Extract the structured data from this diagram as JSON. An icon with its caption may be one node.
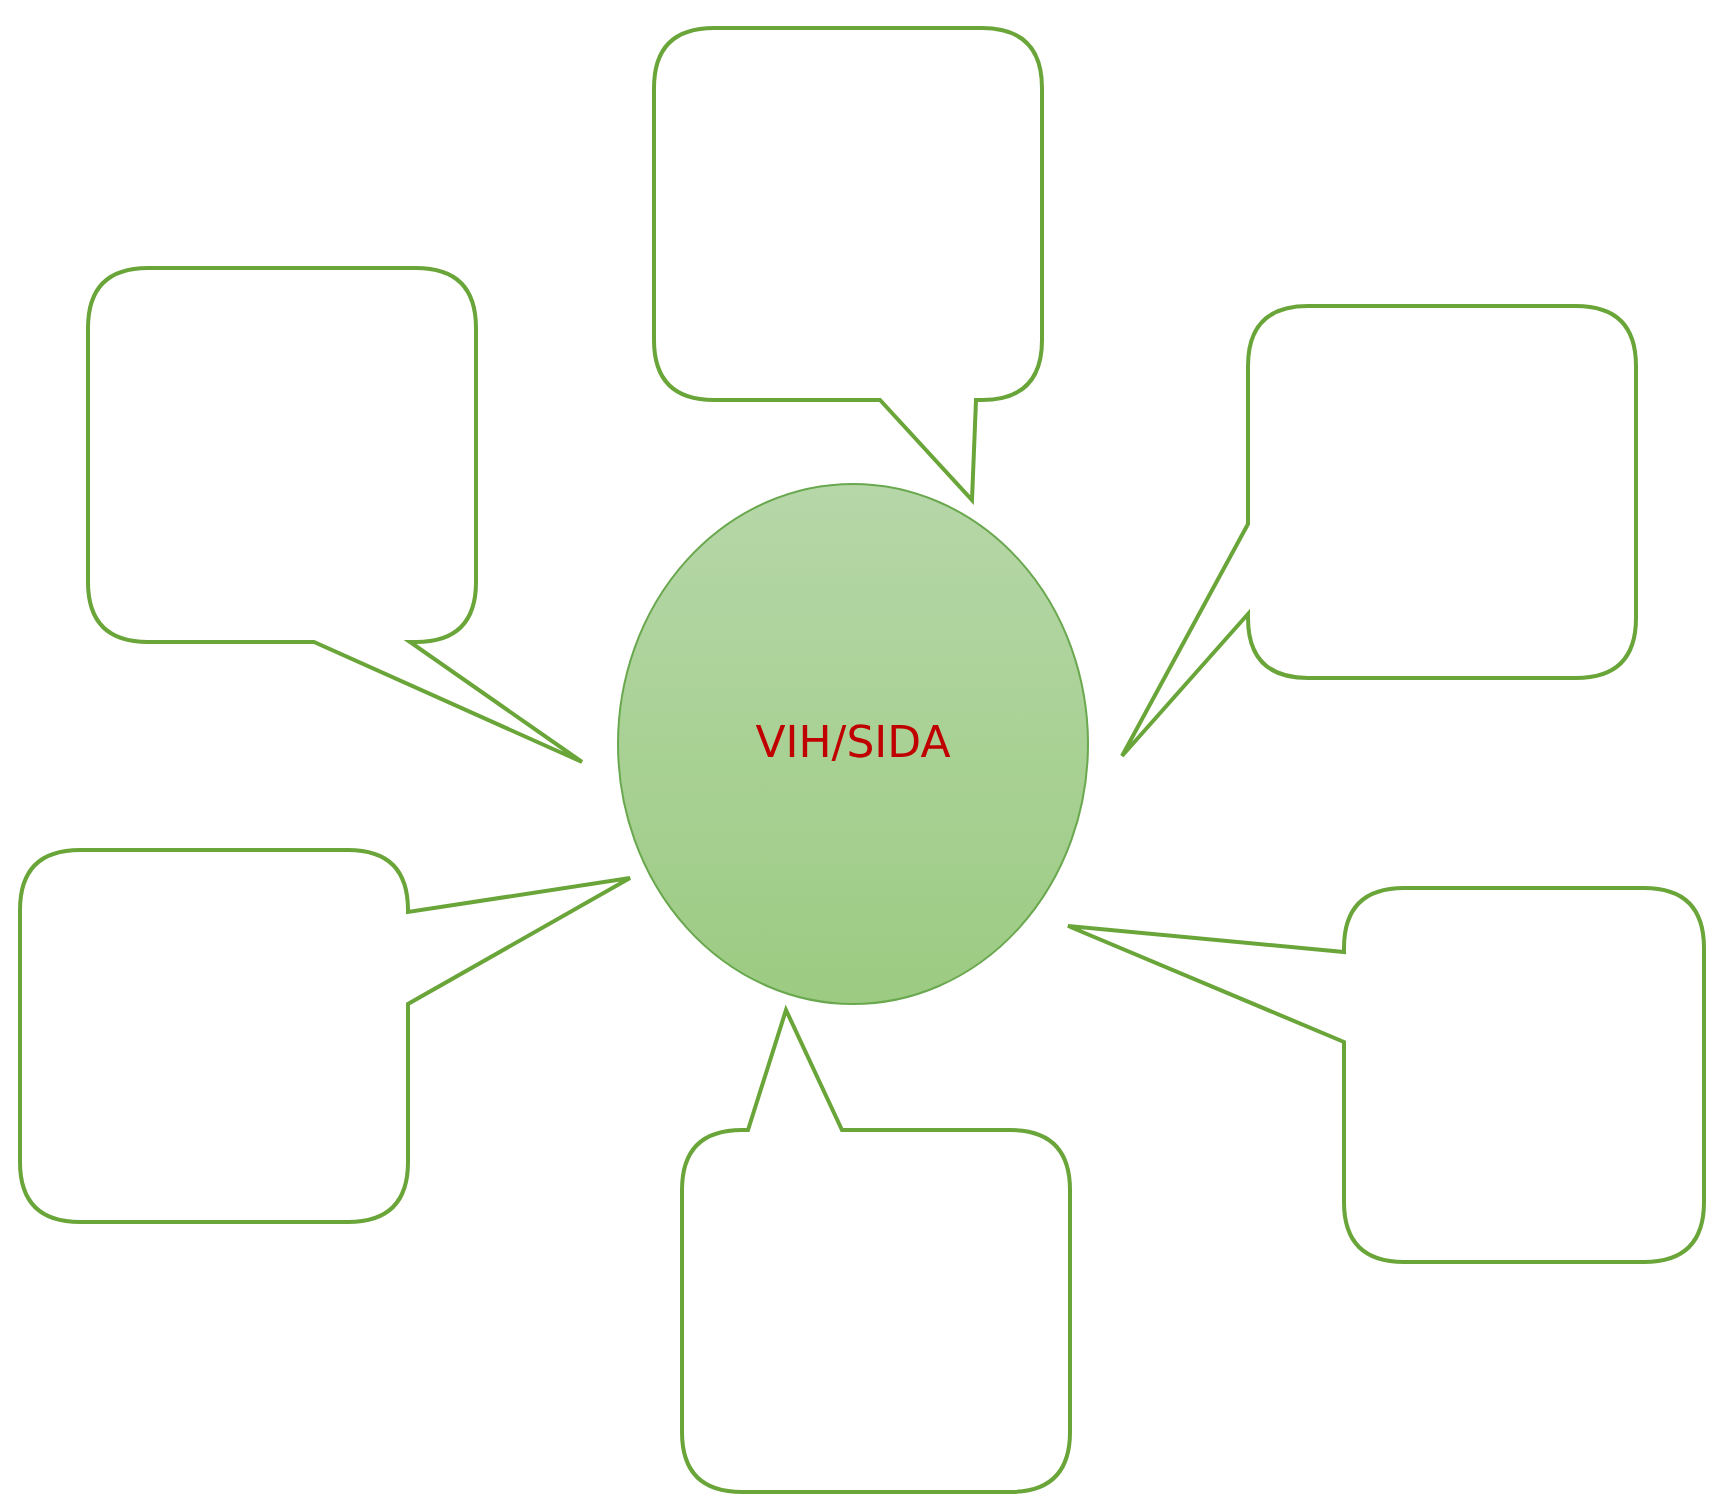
{
  "diagram": {
    "nodes": [
      {
        "text": [
          "VIH/SIDA"
        ]
      },
      {
        "text": [],
        "shape": "callout"
      },
      {
        "text": [],
        "shape": "callout"
      },
      {
        "text": [],
        "shape": "callout"
      },
      {
        "text": [],
        "shape": "callout"
      },
      {
        "text": [],
        "shape": "callout"
      },
      {
        "text": [],
        "shape": "callout"
      }
    ]
  }
}
